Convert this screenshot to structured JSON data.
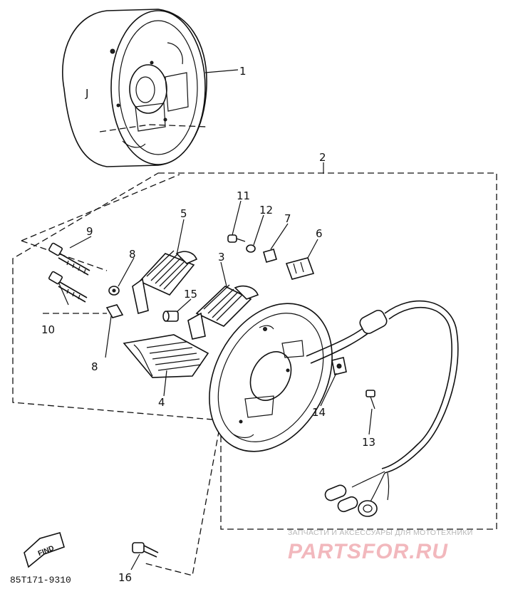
{
  "diagram": {
    "part_code": "85T171-9310",
    "find_tag": "FIND",
    "watermark_sub": "ЗАПЧАСТИ И АКСЕССУАРЫ ДЛЯ МОТОТЕХНИКИ",
    "watermark_main": "PARTSFOR.RU",
    "callouts": {
      "c1": "1",
      "c2": "2",
      "c3": "3",
      "c4": "4",
      "c5": "5",
      "c6": "6",
      "c7": "7",
      "c8a": "8",
      "c8b": "8",
      "c9": "9",
      "c10": "10",
      "c11": "11",
      "c12": "12",
      "c13": "13",
      "c14": "14",
      "c15": "15",
      "c16": "16"
    },
    "flywheel_mark": "J"
  }
}
